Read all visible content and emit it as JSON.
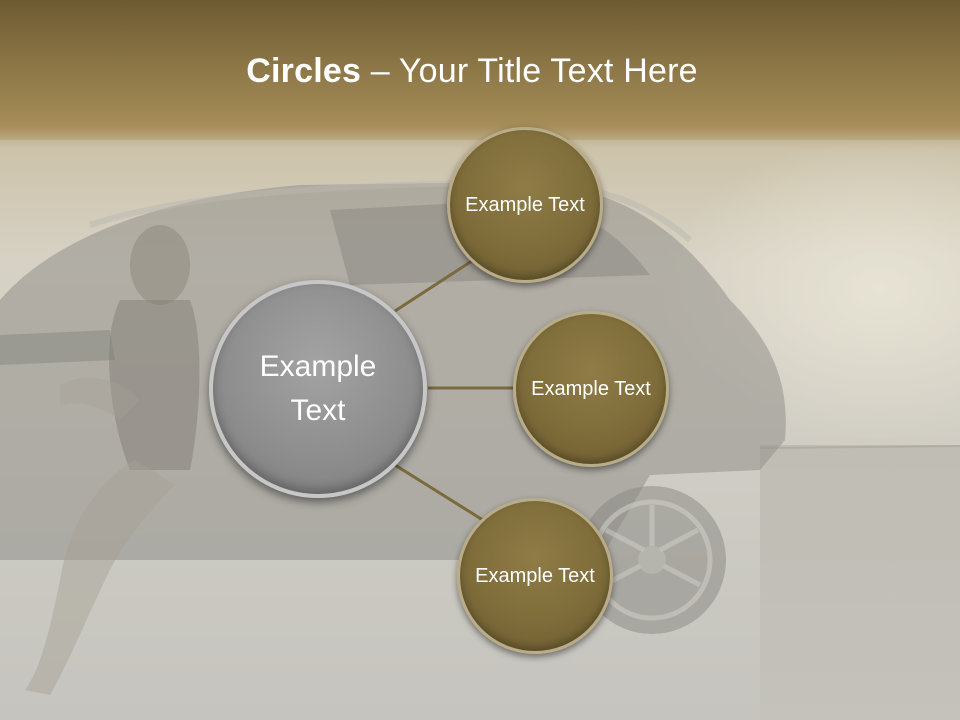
{
  "slide": {
    "title_bold": "Circles",
    "title_rest": " – Your Title Text Here"
  },
  "diagram": {
    "center": {
      "label": "Example Text"
    },
    "nodes": [
      {
        "label": "Example Text"
      },
      {
        "label": "Example Text"
      },
      {
        "label": "Example Text"
      }
    ]
  },
  "colors": {
    "node_fill": "#7e6c3a",
    "center_fill": "#8e8e8e",
    "connector": "#7a6a3e",
    "title_text": "#ffffff"
  }
}
